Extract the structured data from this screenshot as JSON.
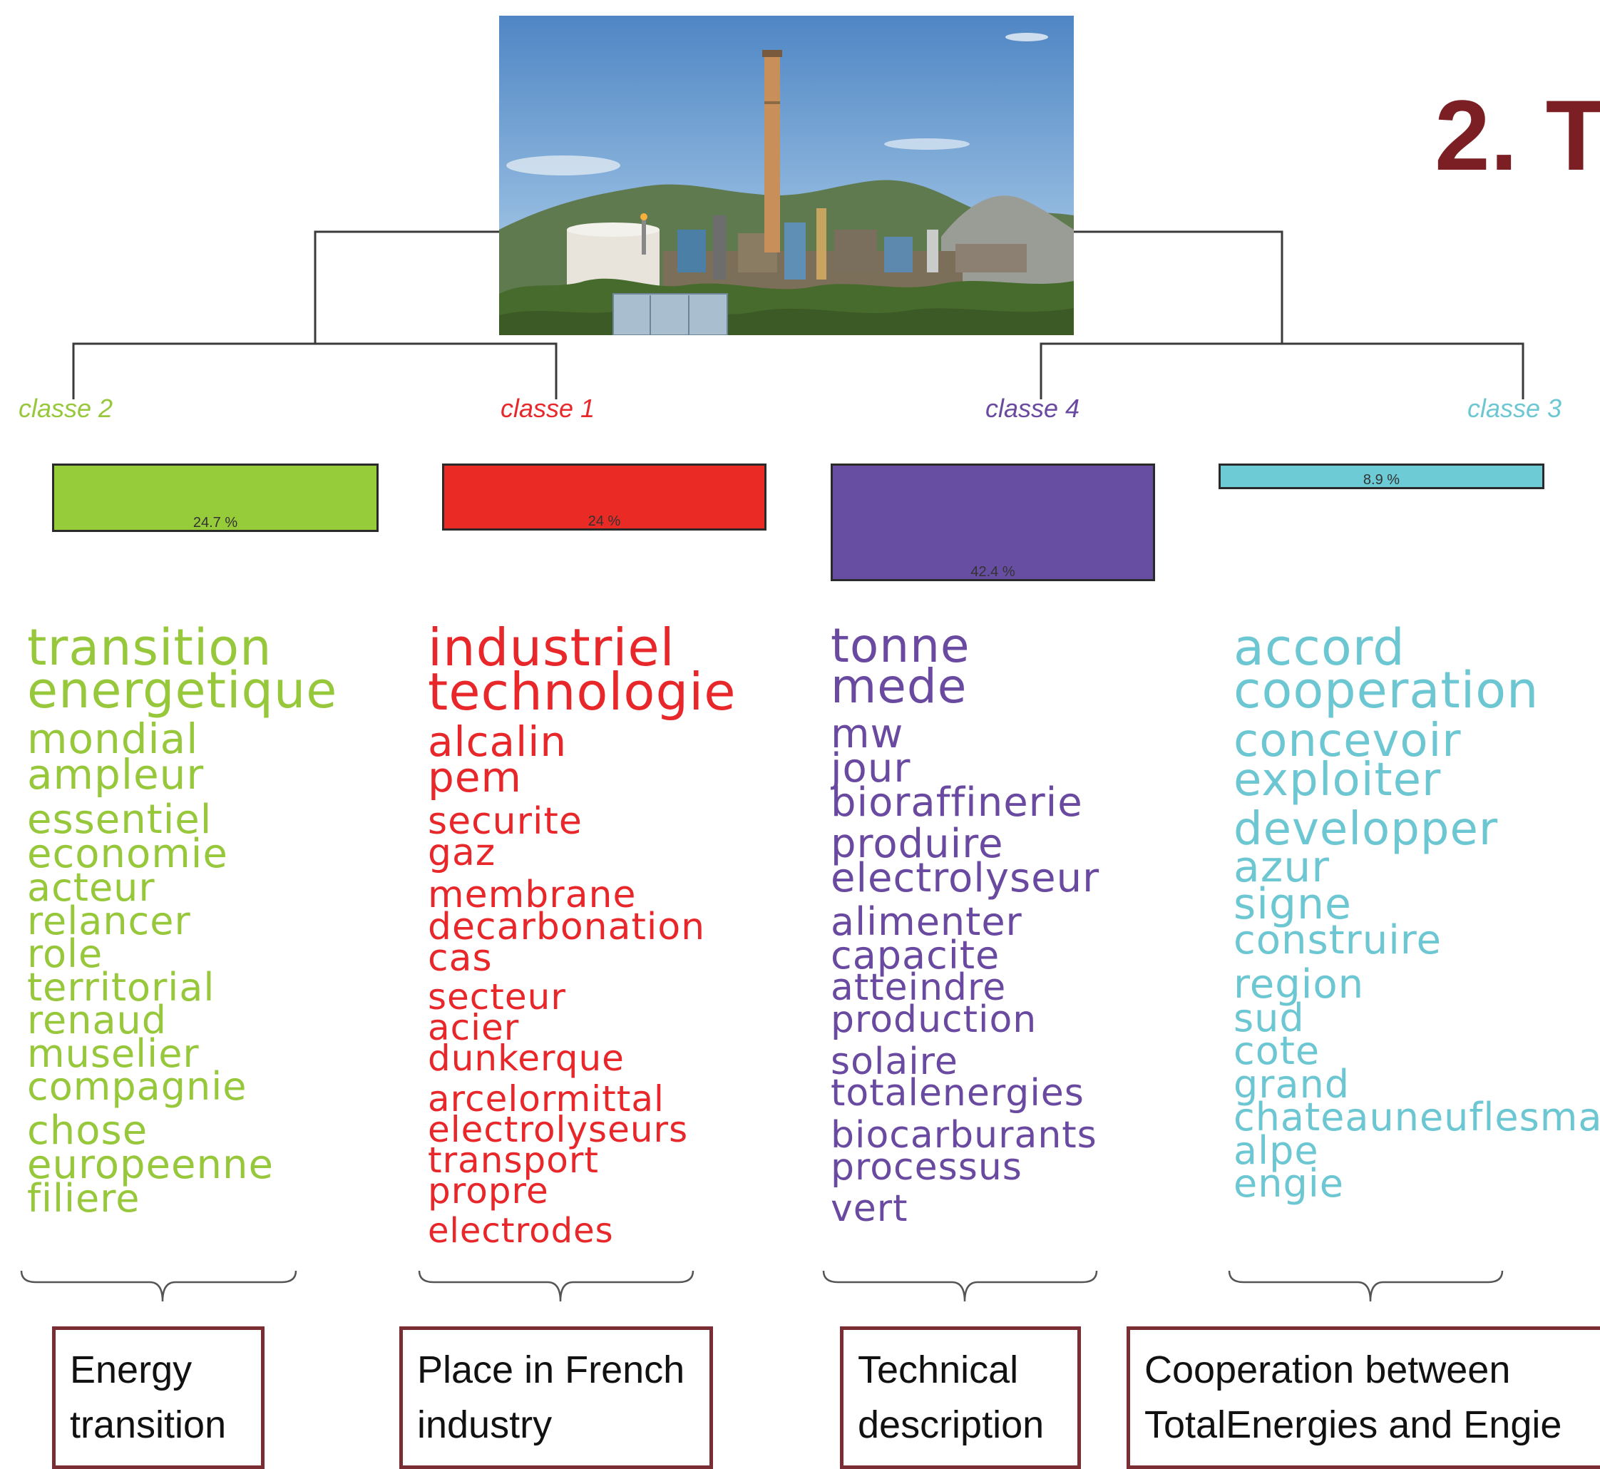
{
  "heading": "2. T",
  "photo": {
    "alt": "refinery-photo"
  },
  "classes": [
    {
      "name": "classe 2",
      "color": "#97c83c",
      "bar_color": "#96cb39",
      "percent": "24.7 %",
      "percent_value": 24.7,
      "words": [
        "transition",
        "energetique",
        "mondial",
        "ampleur",
        "essentiel",
        "economie",
        "acteur",
        "relancer",
        "role",
        "territorial",
        "renaud",
        "muselier",
        "compagnie",
        "chose",
        "europeenne",
        "filiere"
      ],
      "label": "Energy\ntransition"
    },
    {
      "name": "classe 1",
      "color": "#e8272b",
      "bar_color": "#ea2a24",
      "percent": "24 %",
      "percent_value": 24.0,
      "words": [
        "industriel",
        "technologie",
        "alcalin",
        "pem",
        "securite",
        "gaz",
        "membrane",
        "decarbonation",
        "cas",
        "secteur",
        "acier",
        "dunkerque",
        "arcelormittal",
        "electrolyseurs",
        "transport",
        "propre",
        "electrodes"
      ],
      "label": "Place in French\nindustry"
    },
    {
      "name": "classe 4",
      "color": "#6a4aa0",
      "bar_color": "#674ea3",
      "percent": "42.4 %",
      "percent_value": 42.4,
      "words": [
        "tonne",
        "mede",
        "mw",
        "jour",
        "bioraffinerie",
        "produire",
        "electrolyseur",
        "alimenter",
        "capacite",
        "atteindre",
        "production",
        "solaire",
        "totalenergies",
        "biocarburants",
        "processus",
        "vert"
      ],
      "label": "Technical\ndescription"
    },
    {
      "name": "classe 3",
      "color": "#6cc7d2",
      "bar_color": "#6dcbd6",
      "percent": "8.9 %",
      "percent_value": 8.9,
      "words": [
        "accord",
        "cooperation",
        "concevoir",
        "exploiter",
        "developper",
        "azur",
        "signe",
        "construire",
        "region",
        "sud",
        "cote",
        "grand",
        "chateauneuflesma",
        "alpe",
        "engie"
      ],
      "label": "Cooperation between\nTotalEnergies and Engie"
    }
  ]
}
